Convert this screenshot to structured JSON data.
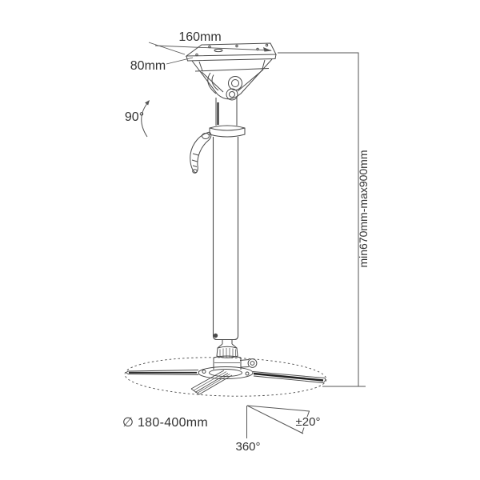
{
  "diagram": {
    "name": "projector-ceiling-mount-dimension-drawing",
    "colors": {
      "line": "#4a4a4a",
      "dim_line": "#555555",
      "dark_detail": "#222222",
      "text": "#333333",
      "background": "#ffffff"
    },
    "labels": {
      "plate_width": "160mm",
      "plate_depth": "80mm",
      "pole_swivel": "90°",
      "height_range": "min670mm-max900mm",
      "arm_span_diameter": "∅ 180-400mm",
      "tilt_range": "±20°",
      "rotation_range": "360°"
    }
  }
}
